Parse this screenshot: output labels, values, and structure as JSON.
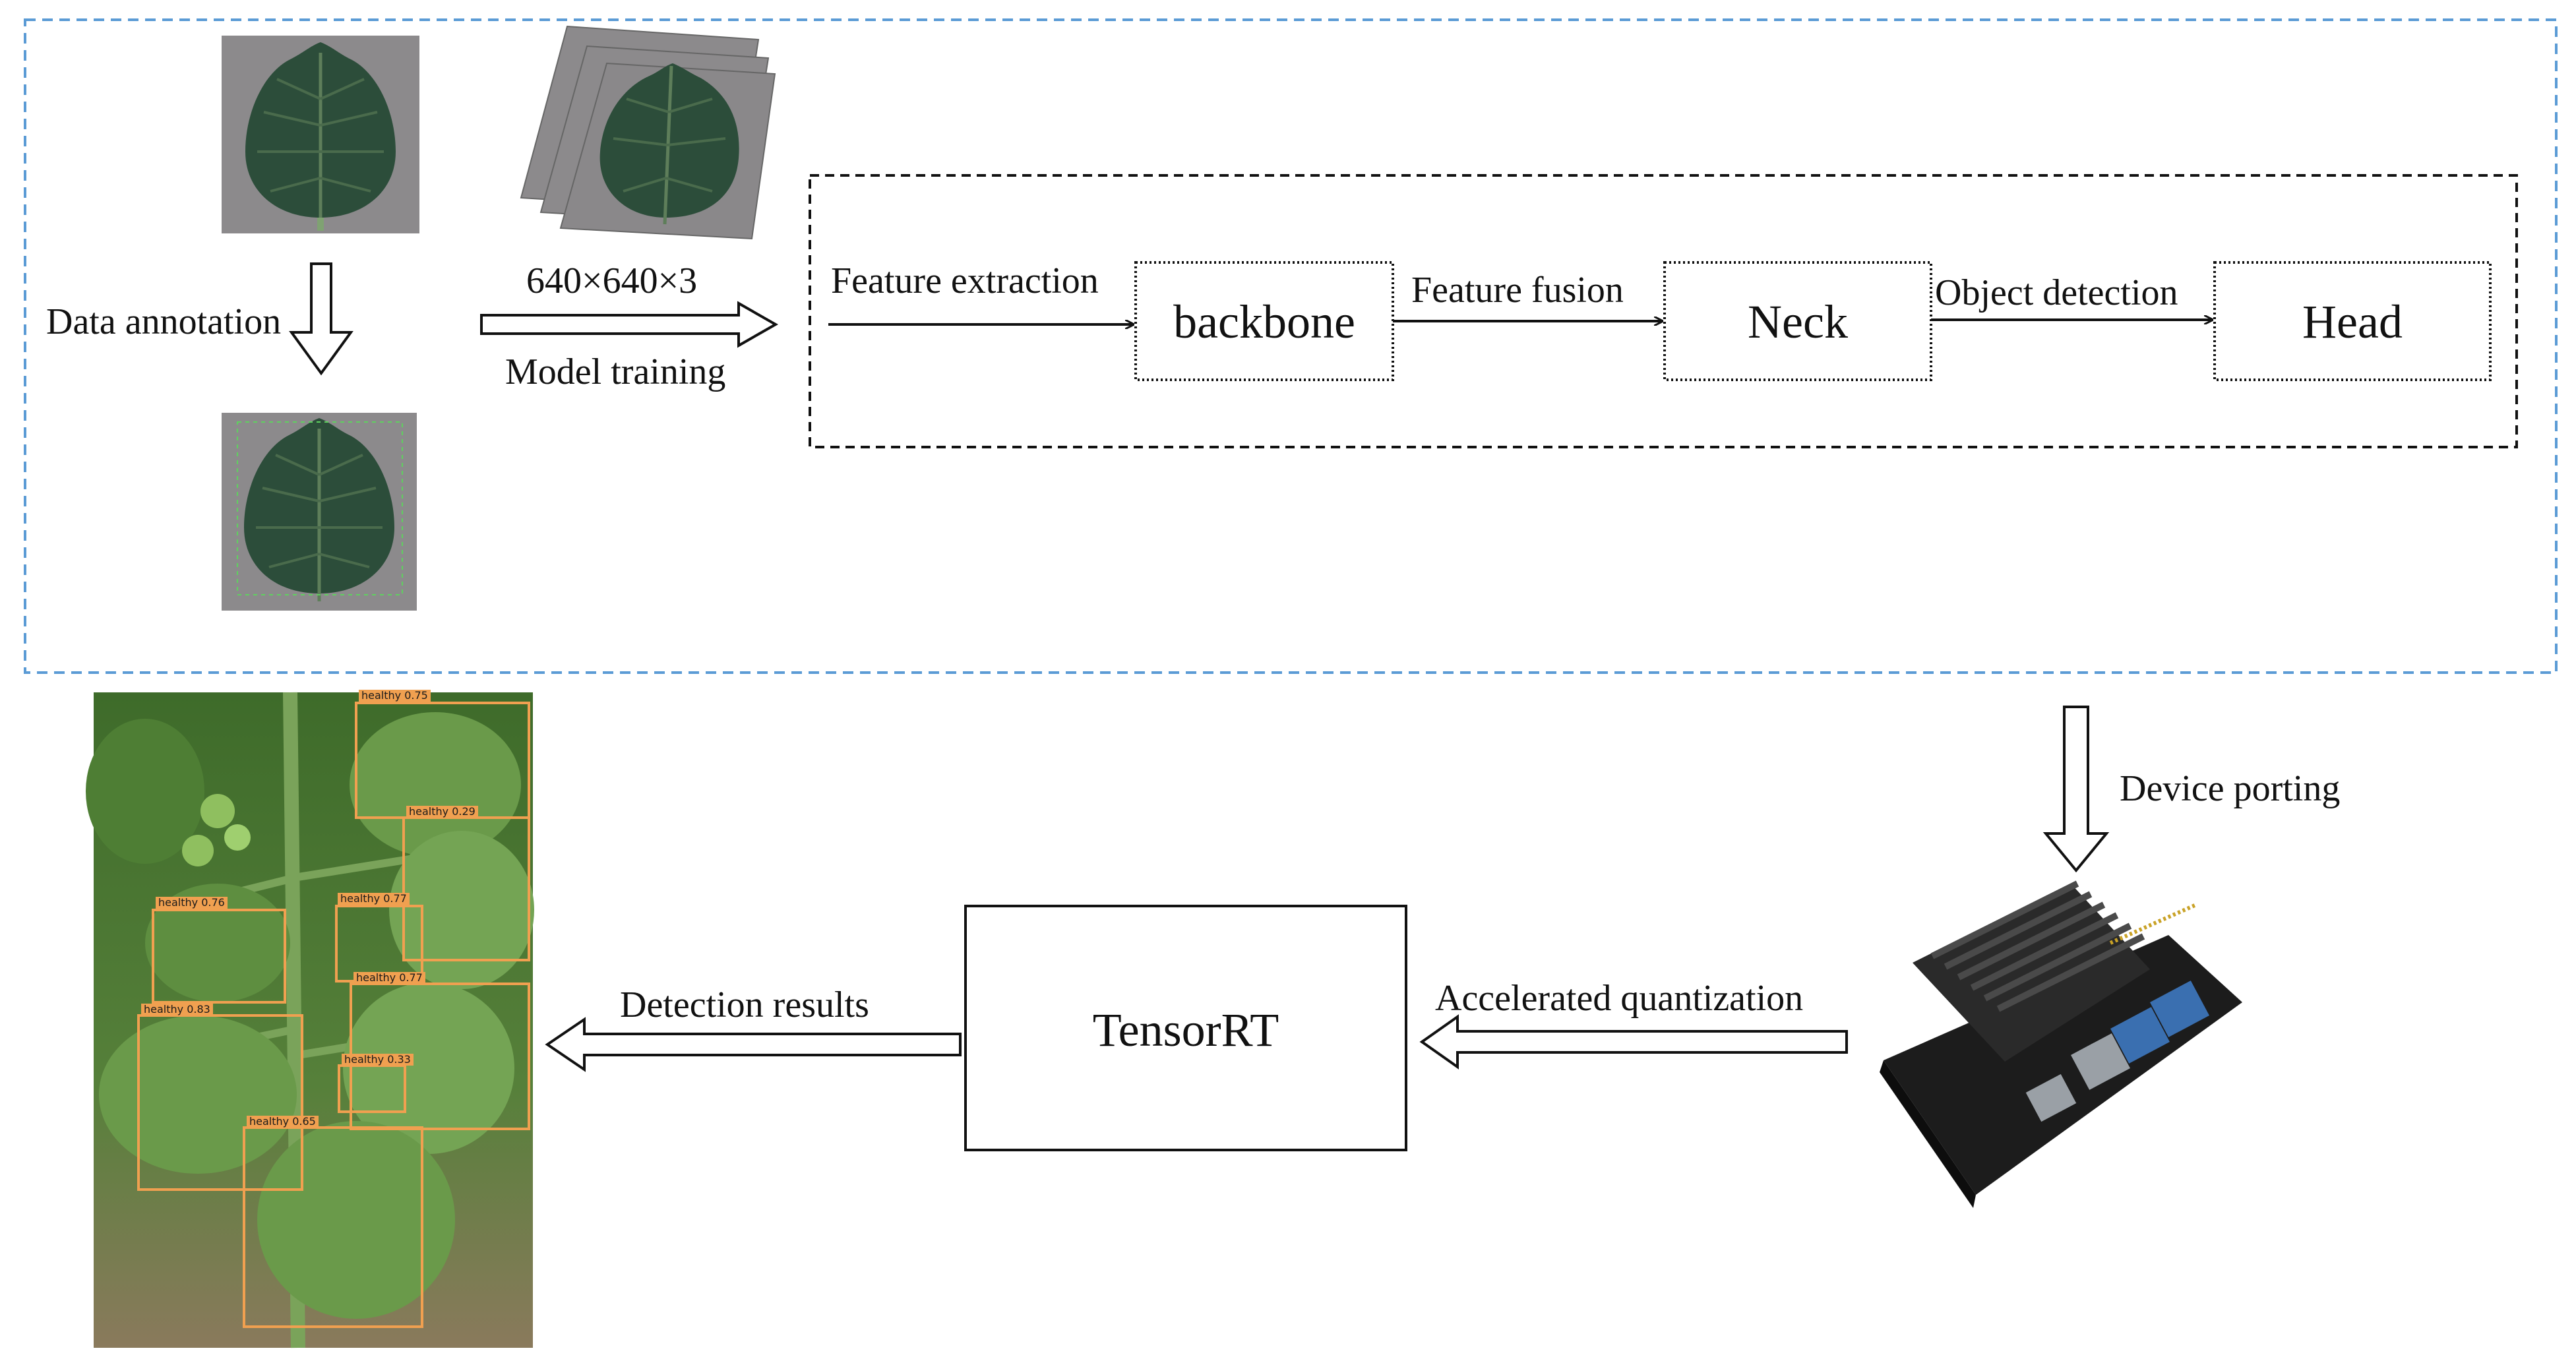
{
  "labels": {
    "data_annotation": "Data annotation",
    "input_size": "640×640×3",
    "model_training": "Model training",
    "feature_extraction": "Feature extraction",
    "feature_fusion": "Feature fusion",
    "object_detection": "Object detection",
    "backbone": "backbone",
    "neck": "Neck",
    "head": "Head",
    "device_porting": "Device porting",
    "accelerated_quantization": "Accelerated quantization",
    "tensorrt": "TensorRT",
    "detection_results": "Detection results"
  },
  "detections": [
    {
      "label": "healthy 0.75"
    },
    {
      "label": "healthy 0.29"
    },
    {
      "label": "healthy 0.76"
    },
    {
      "label": "healthy 0.77"
    },
    {
      "label": "healthy 0.77"
    },
    {
      "label": "healthy 0.83"
    },
    {
      "label": "healthy 0.33"
    },
    {
      "label": "healthy 0.65"
    }
  ],
  "colors": {
    "outer_dashed_border": "#5b9bd5",
    "inner_dashed_border": "#111111",
    "detection_box": "#f0a050",
    "leaf_dark": "#2c4d3a",
    "photo_background": "#8c8a8c",
    "plant_green": "#5f8f3f",
    "board_dark": "#1c1c1c"
  }
}
